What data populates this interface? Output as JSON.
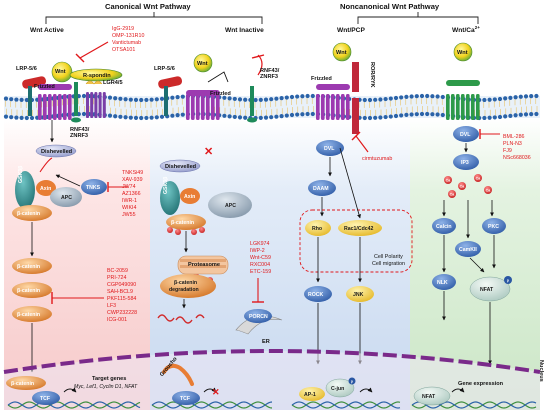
{
  "headers": {
    "canonical": "Canonical Wnt Pathway",
    "noncanonical": "Noncanonical Wnt Pathway",
    "wnt_active": "Wnt Active",
    "wnt_inactive": "Wnt Inactive",
    "wnt_pcp": "Wnt/PCP",
    "wnt_ca": "Wnt/Ca",
    "wnt_ca_sup": "2+",
    "nucleus": "Nucleus"
  },
  "receptors": {
    "lrp_a": "LRP-5/6",
    "lrp_b": "LRP-5/6",
    "frizzled_a": "Frizzled",
    "frizzled_b": "Frizzled",
    "frizzled_c": "Frizzled",
    "lgr": "LGR4/5",
    "rnf_a": "RNF43/",
    "znrf_a": "ZNRF3",
    "rnf_b": "RNF43/",
    "znrf_b": "ZNRF3",
    "ror": "ROR/RYK",
    "r_spondin": "R-spondin",
    "wnt": "Wnt"
  },
  "drugs": {
    "active": [
      "IgG-2919",
      "OMP-131R10",
      "Vantictumab",
      "OTSA101"
    ],
    "tnks": [
      "TNKSi49",
      "XAV-939",
      "JW74",
      "AZ1366",
      "IWR-1",
      "WIKI4",
      "JW55"
    ],
    "beta_catenin": [
      "BC-2059",
      "PRI-724",
      "CGP049090",
      "SAH-BCL9",
      "PKF115-584",
      "LF3",
      "CWP232228",
      "ICG-001"
    ],
    "porcn": [
      "LGK974",
      "IWP-2",
      "Wnt-C59",
      "RXC004",
      "ETC-159"
    ],
    "pcp": [
      "cirmtuzumab"
    ],
    "ca": [
      "BML-286",
      "PLN-N3",
      "FJ9",
      "NSc668036"
    ]
  },
  "nodes": {
    "dishevelled": "Dishevelled",
    "gsk3b": "GSK3β",
    "axin": "Axin",
    "apc": "APC",
    "tnks": "TNKS",
    "beta_catenin": "β-catenin",
    "proteasome": "Proteasome",
    "degradation_1": "β-catenin",
    "degradation_2": "degradation",
    "porcn": "PORCN",
    "er": "ER",
    "dvl": "DVL",
    "daam": "DAAM",
    "rho": "Rho",
    "rac": "Rac1/Cdc42",
    "rock": "ROCK",
    "jnk": "JNK",
    "polarity_1": "Cell Polarity",
    "polarity_2": "Cell migration",
    "ip3": "IP3",
    "calcin": "Calcin",
    "camkii": "CamKII",
    "pkc": "PKC",
    "nlk": "NLK",
    "nfat": "NFAT",
    "tcf": "TCF",
    "groucho": "Groucho",
    "ap1": "AP-1",
    "cjun": "C-jun",
    "p": "p",
    "ca": "Ca",
    "ca_sup": "2+"
  },
  "nucleus": {
    "target_genes": "Target genes",
    "target_list": "Myc, Lef1, Cyclin D1, NFAT",
    "gene_expression": "Gene expression"
  },
  "colors": {
    "panel_pink": "#f9d7d7",
    "panel_blue": "#d3e1f3",
    "panel_green": "#d6ecd2",
    "drug_red": "#e0181b",
    "catenin": "#d87a2c",
    "gsk": "#2f8f8f",
    "axin": "#e87d34",
    "apc": "#93a4b3",
    "node_blue": "#3b66b0",
    "membrane": "#2b63a8"
  }
}
